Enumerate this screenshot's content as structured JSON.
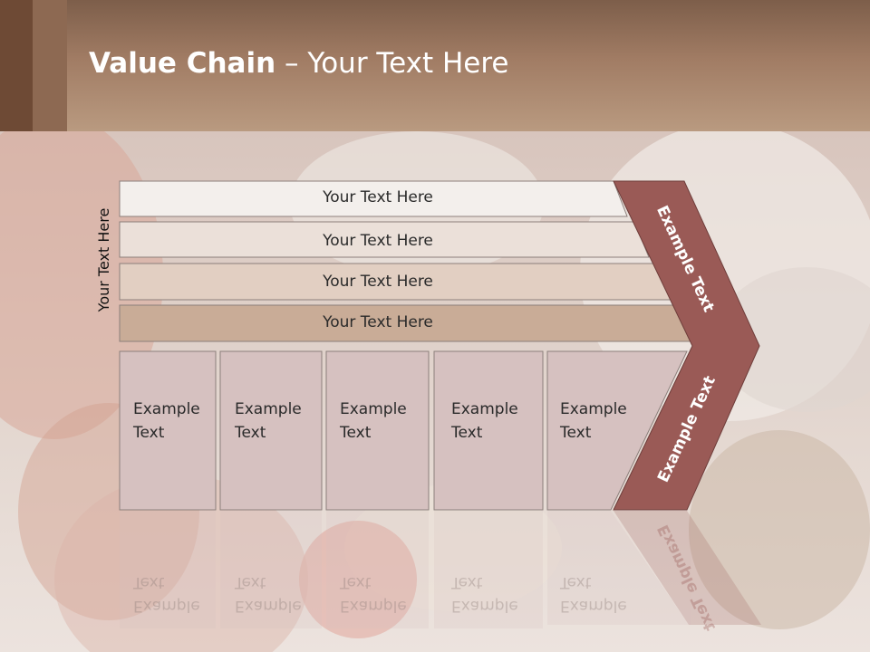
{
  "slide": {
    "title_bold": "Value Chain",
    "title_rest": " – Your Text Here",
    "side_label": "Your Text Here"
  },
  "rows": [
    {
      "label": "Your Text Here",
      "fill": "#f3efec"
    },
    {
      "label": "Your Text Here",
      "fill": "#ebe0d9"
    },
    {
      "label": "Your Text Here",
      "fill": "#e2cfc2"
    },
    {
      "label": "Your Text Here",
      "fill": "#c9ac97"
    }
  ],
  "columns": [
    {
      "line1": "Example",
      "line2": "Text"
    },
    {
      "line1": "Example",
      "line2": "Text"
    },
    {
      "line1": "Example",
      "line2": "Text"
    },
    {
      "line1": "Example",
      "line2": "Text"
    },
    {
      "line1": "Example",
      "line2": "Text"
    }
  ],
  "chevron": {
    "upper_label": "Example Text",
    "lower_label": "Example Text",
    "color": "#9a5a56"
  },
  "colors": {
    "column_fill": "#d6c1c0",
    "border": "#8c7f7b"
  }
}
